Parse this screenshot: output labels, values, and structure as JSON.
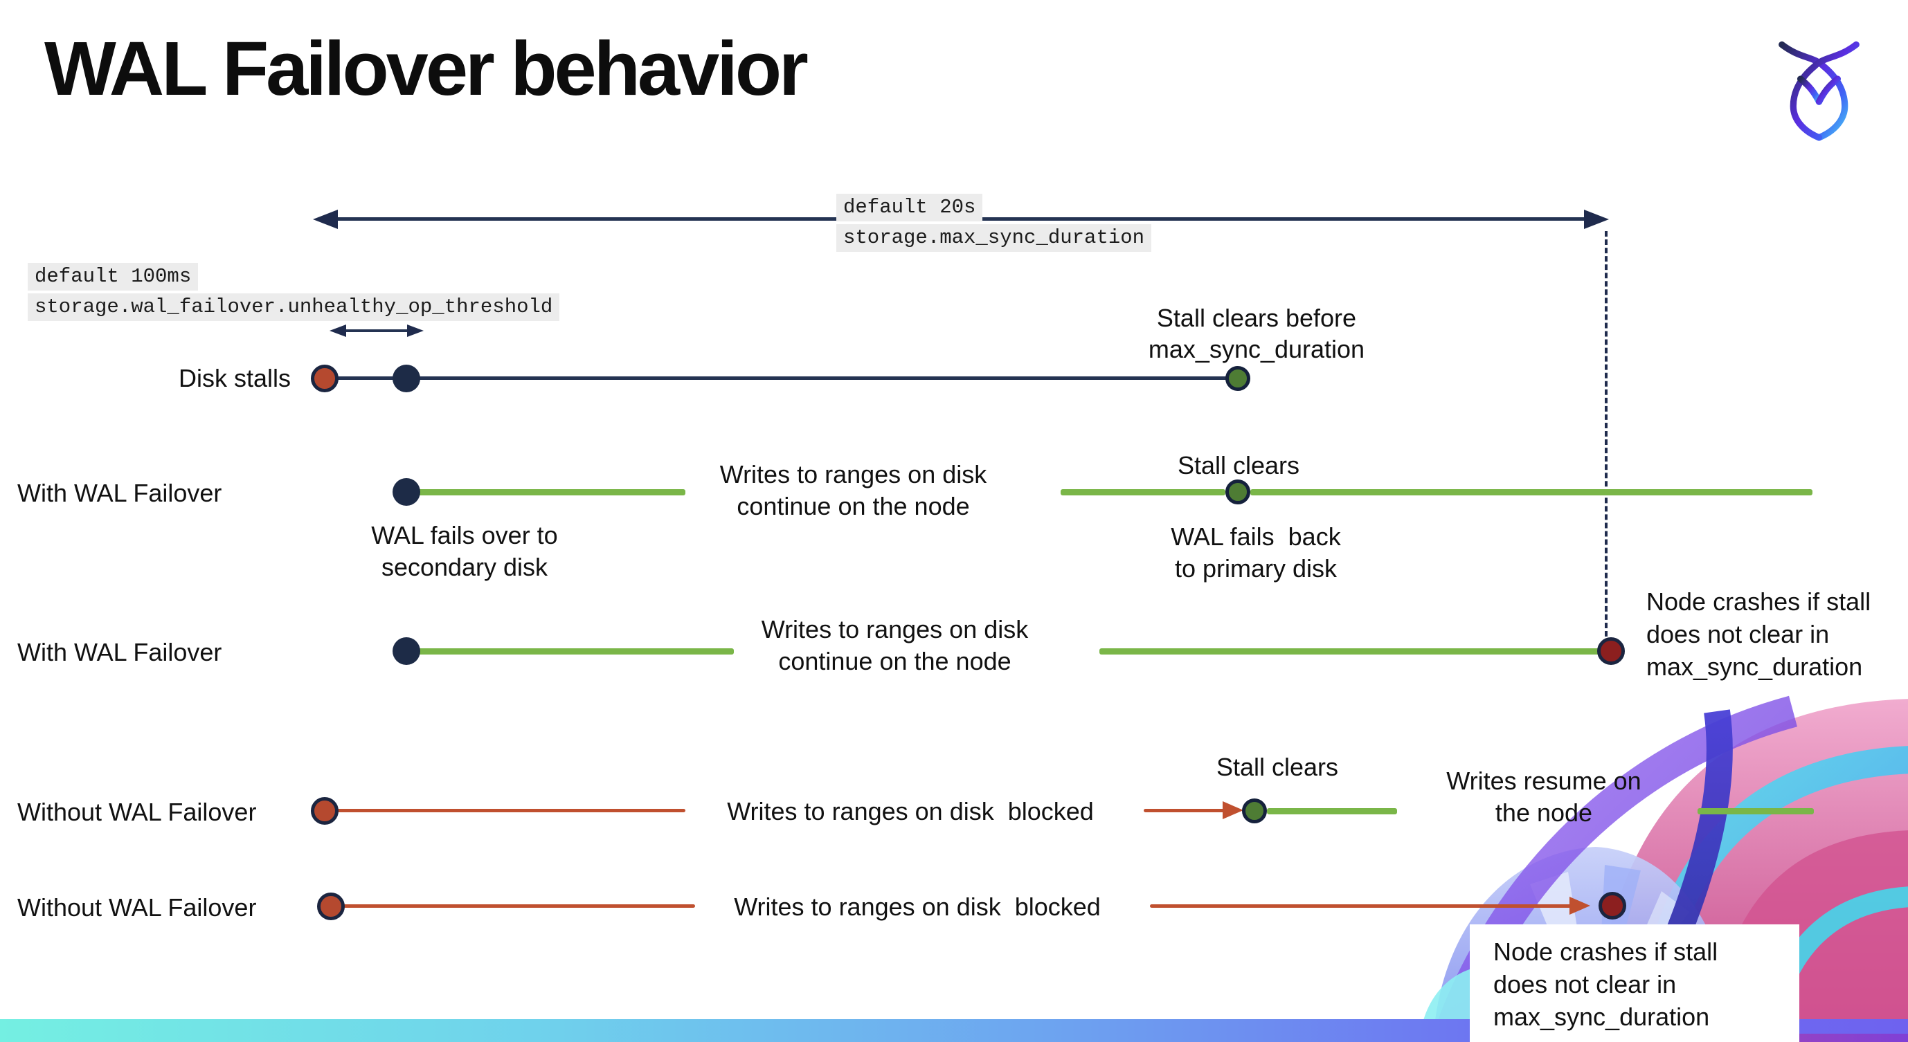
{
  "title": "WAL Failover behavior",
  "settings": {
    "max_sync_duration": {
      "default_label": "default 20s",
      "name": "storage.max_sync_duration"
    },
    "unhealthy_op_threshold": {
      "default_label": "default 100ms",
      "name": "storage.wal_failover.unhealthy_op_threshold"
    }
  },
  "rows": {
    "disk_stalls": {
      "label": "Disk stalls",
      "stall_clears_note": "Stall clears before\nmax_sync_duration"
    },
    "with_wal_failover_1": {
      "label": "With WAL Failover",
      "failover_note": "WAL fails over to\nsecondary disk",
      "writes_note": "Writes to ranges on disk\ncontinue on the node",
      "stall_clears_note": "Stall clears",
      "failback_note": "WAL fails  back\nto primary disk"
    },
    "with_wal_failover_2": {
      "label": "With WAL Failover",
      "writes_note": "Writes to ranges on disk\ncontinue on the node",
      "crash_note": "Node crashes if stall\ndoes not clear in\nmax_sync_duration"
    },
    "without_wal_failover_1": {
      "label": "Without WAL Failover",
      "writes_note": "Writes to ranges on disk  blocked",
      "stall_clears_note": "Stall clears",
      "resume_note": "Writes resume on\nthe node"
    },
    "without_wal_failover_2": {
      "label": "Without WAL Failover",
      "writes_note": "Writes to ranges on disk  blocked",
      "crash_note": "Node crashes if stall\ndoes not clear in\nmax_sync_duration"
    }
  },
  "colors": {
    "navy": "#1f2b4d",
    "green_line": "#7ab648",
    "green_dot": "#4e7c34",
    "red_orange": "#b5492f",
    "red_line": "#c0502f",
    "dark_red": "#8c1f1f",
    "setting_label_bg": "#ececec",
    "bar_gradient_left": "#74efe2",
    "bar_gradient_right": "#6e62ef"
  }
}
